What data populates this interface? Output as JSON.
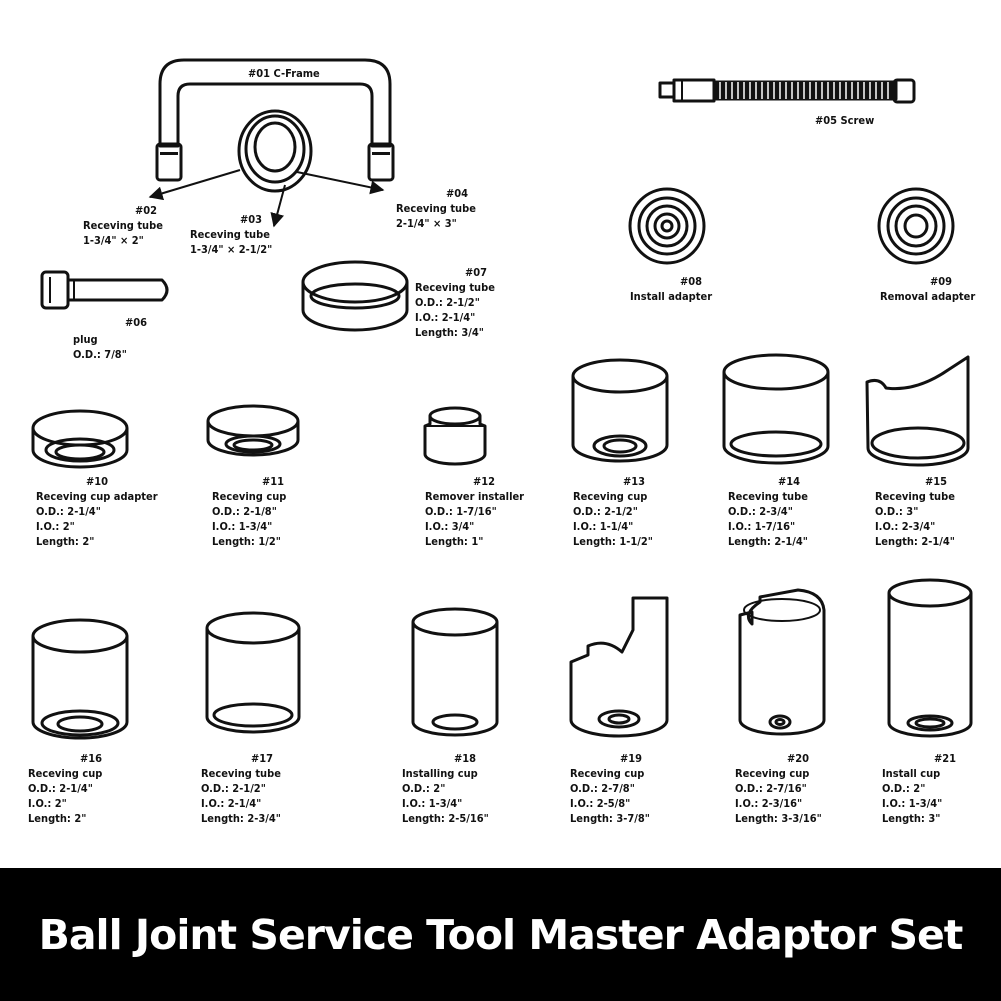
{
  "banner": {
    "title": "Ball Joint Service Tool Master Adaptor Set"
  },
  "parts": [
    {
      "id": "01",
      "lines": [
        "#01 C-Frame"
      ]
    },
    {
      "id": "02",
      "lines": [
        "#02",
        "Receving tube",
        "1-3/4\" × 2\""
      ]
    },
    {
      "id": "03",
      "lines": [
        "#03",
        "Receving tube",
        "1-3/4\" × 2-1/2\""
      ]
    },
    {
      "id": "04",
      "lines": [
        "#04",
        "Receving tube",
        "2-1/4\" × 3\""
      ]
    },
    {
      "id": "05",
      "lines": [
        "#05 Screw"
      ]
    },
    {
      "id": "06",
      "lines": [
        "#06",
        "plug",
        "O.D.: 7/8\""
      ]
    },
    {
      "id": "07",
      "lines": [
        "#07",
        "Receving tube",
        "O.D.: 2-1/2\"",
        "I.O.: 2-1/4\"",
        "Length: 3/4\""
      ]
    },
    {
      "id": "08",
      "lines": [
        "#08",
        "Install adapter"
      ]
    },
    {
      "id": "09",
      "lines": [
        "#09",
        "Removal adapter"
      ]
    },
    {
      "id": "10",
      "lines": [
        "#10",
        "Receving cup adapter",
        "O.D.: 2-1/4\"",
        "I.O.: 2\"",
        "Length: 2\""
      ]
    },
    {
      "id": "11",
      "lines": [
        "#11",
        "Receving cup",
        "O.D.: 2-1/8\"",
        "I.O.: 1-3/4\"",
        "Length: 1/2\""
      ]
    },
    {
      "id": "12",
      "lines": [
        "#12",
        "Remover installer",
        "O.D.: 1-7/16\"",
        "I.O.: 3/4\"",
        "Length: 1\""
      ]
    },
    {
      "id": "13",
      "lines": [
        "#13",
        "Receving cup",
        "O.D.: 2-1/2\"",
        "I.O.: 1-1/4\"",
        "Length: 1-1/2\""
      ]
    },
    {
      "id": "14",
      "lines": [
        "#14",
        "Receving tube",
        "O.D.: 2-3/4\"",
        "I.O.: 1-7/16\"",
        "Length: 2-1/4\""
      ]
    },
    {
      "id": "15",
      "lines": [
        "#15",
        "Receving tube",
        "O.D.: 3\"",
        "I.O.: 2-3/4\"",
        "Length: 2-1/4\""
      ]
    },
    {
      "id": "16",
      "lines": [
        "#16",
        "Receving cup",
        "O.D.: 2-1/4\"",
        "I.O.: 2\"",
        "Length: 2\""
      ]
    },
    {
      "id": "17",
      "lines": [
        "#17",
        "Receving tube",
        "O.D.: 2-1/2\"",
        "I.O.: 2-1/4\"",
        "Length: 2-3/4\""
      ]
    },
    {
      "id": "18",
      "lines": [
        "#18",
        "Installing cup",
        "O.D.: 2\"",
        "I.O.: 1-3/4\"",
        "Length: 2-5/16\""
      ]
    },
    {
      "id": "19",
      "lines": [
        "#19",
        "Receving cup",
        "O.D.: 2-7/8\"",
        "I.O.: 2-5/8\"",
        "Length: 3-7/8\""
      ]
    },
    {
      "id": "20",
      "lines": [
        "#20",
        "Receving cup",
        "O.D.: 2-7/16\"",
        "I.O.: 2-3/16\"",
        "Length: 3-3/16\""
      ]
    },
    {
      "id": "21",
      "lines": [
        "#21",
        "Install cup",
        "O.D.: 2\"",
        "I.O.: 1-3/4\"",
        "Length: 3\""
      ]
    }
  ]
}
